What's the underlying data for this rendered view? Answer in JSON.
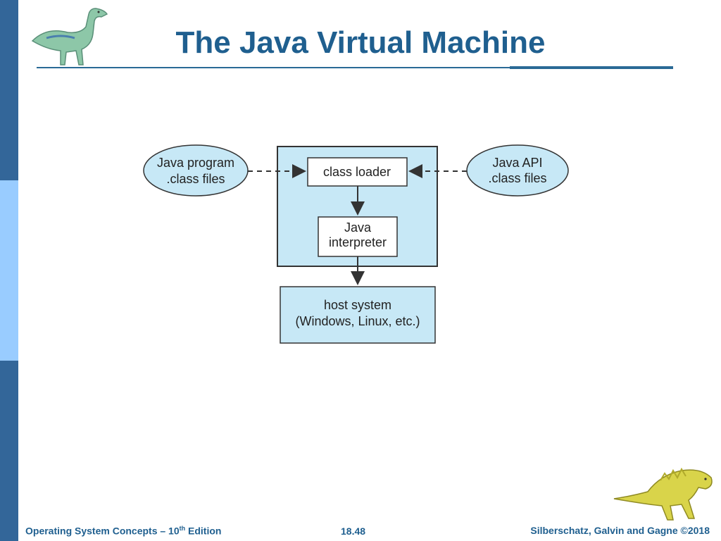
{
  "slide": {
    "title": "The Java Virtual Machine"
  },
  "diagram": {
    "java_program": {
      "line1": "Java program",
      "line2": ".class files"
    },
    "java_api": {
      "line1": "Java API",
      "line2": ".class files"
    },
    "class_loader": "class loader",
    "interpreter": {
      "line1": "Java",
      "line2": "interpreter"
    },
    "host_system": {
      "line1": "host system",
      "line2": "(Windows, Linux, etc.)"
    }
  },
  "footer": {
    "book_prefix": "Operating System Concepts – 10",
    "book_sup": "th",
    "book_suffix": " Edition",
    "page_number": "18.48",
    "authors": "Silberschatz, Galvin and Gagne ©2018"
  },
  "colors": {
    "sidebar_dark": "#336699",
    "sidebar_light": "#99ccff",
    "title": "#1f5f8f",
    "jvm_fill": "#c7e8f6"
  },
  "icons": {
    "top_logo": "dinosaur-icon",
    "bottom_logo": "dinosaur-icon"
  }
}
